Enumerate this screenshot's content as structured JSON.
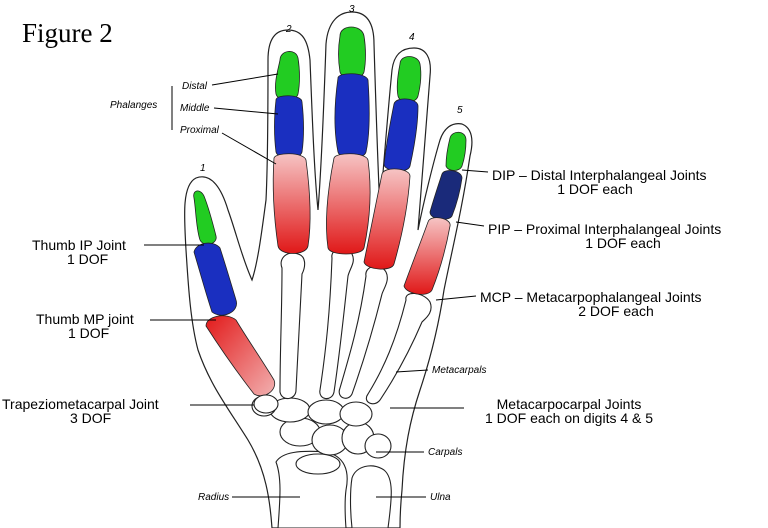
{
  "figure": {
    "title": "Figure 2"
  },
  "digits": [
    "1",
    "2",
    "3",
    "4",
    "5"
  ],
  "phalanges": {
    "group_label": "Phalanges",
    "distal": "Distal",
    "middle": "Middle",
    "proximal": "Proximal"
  },
  "joints": {
    "dip": {
      "line1": "DIP – Distal Interphalangeal Joints",
      "line2": "1 DOF each"
    },
    "pip": {
      "line1": "PIP – Proximal Interphalangeal Joints",
      "line2": "1 DOF each"
    },
    "mcp": {
      "line1": "MCP – Metacarpophalangeal Joints",
      "line2": "2 DOF each"
    },
    "thumb_ip": {
      "line1": "Thumb IP Joint",
      "line2": "1 DOF"
    },
    "thumb_mp": {
      "line1": "Thumb MP joint",
      "line2": "1 DOF"
    },
    "trapeziometacarpal": {
      "line1": "Trapeziometacarpal Joint",
      "line2": "3 DOF"
    },
    "metacarpocarpal": {
      "line1": "Metacarpocarpal Joints",
      "line2": "1 DOF each on digits 4 & 5"
    }
  },
  "bones": {
    "metacarpals": "Metacarpals",
    "carpals": "Carpals",
    "radius": "Radius",
    "ulna": "Ulna"
  },
  "colors": {
    "distal": "#22cc22",
    "middle": "#1a2fc0",
    "middle_dark": "#1a2a7a",
    "proximal_top": "#f4b8b8",
    "proximal_bottom": "#e11a1a",
    "bone_fill": "#ffffff"
  }
}
